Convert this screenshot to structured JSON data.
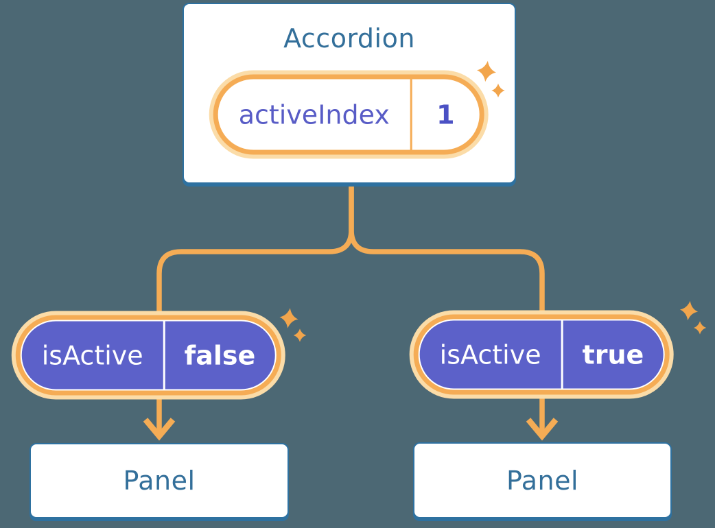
{
  "type": "component-tree-diagram",
  "colors": {
    "background": "#4C6874",
    "node_fill": "#FFFFFF",
    "node_border": "#2E71A0",
    "node_text": "#336F9A",
    "connector_orange": "#F5AC55",
    "pill_halo": "#FBDCA8",
    "pill_purple": "#5C61C9",
    "pill_white_text": "#FFFFFF",
    "state_key_text": "#585CC6",
    "state_value_text": "#4B51C4",
    "sparkle": "#F2A54C"
  },
  "root_node": {
    "title": "Accordion",
    "state_pill": {
      "key": "activeIndex",
      "value": "1"
    }
  },
  "branches": [
    {
      "prop_pill": {
        "key": "isActive",
        "value": "false"
      },
      "child_node": {
        "title": "Panel"
      }
    },
    {
      "prop_pill": {
        "key": "isActive",
        "value": "true"
      },
      "child_node": {
        "title": "Panel"
      }
    }
  ],
  "icons": {
    "sparkle": "four-point-star",
    "arrow": "down-chevron-arrow"
  }
}
